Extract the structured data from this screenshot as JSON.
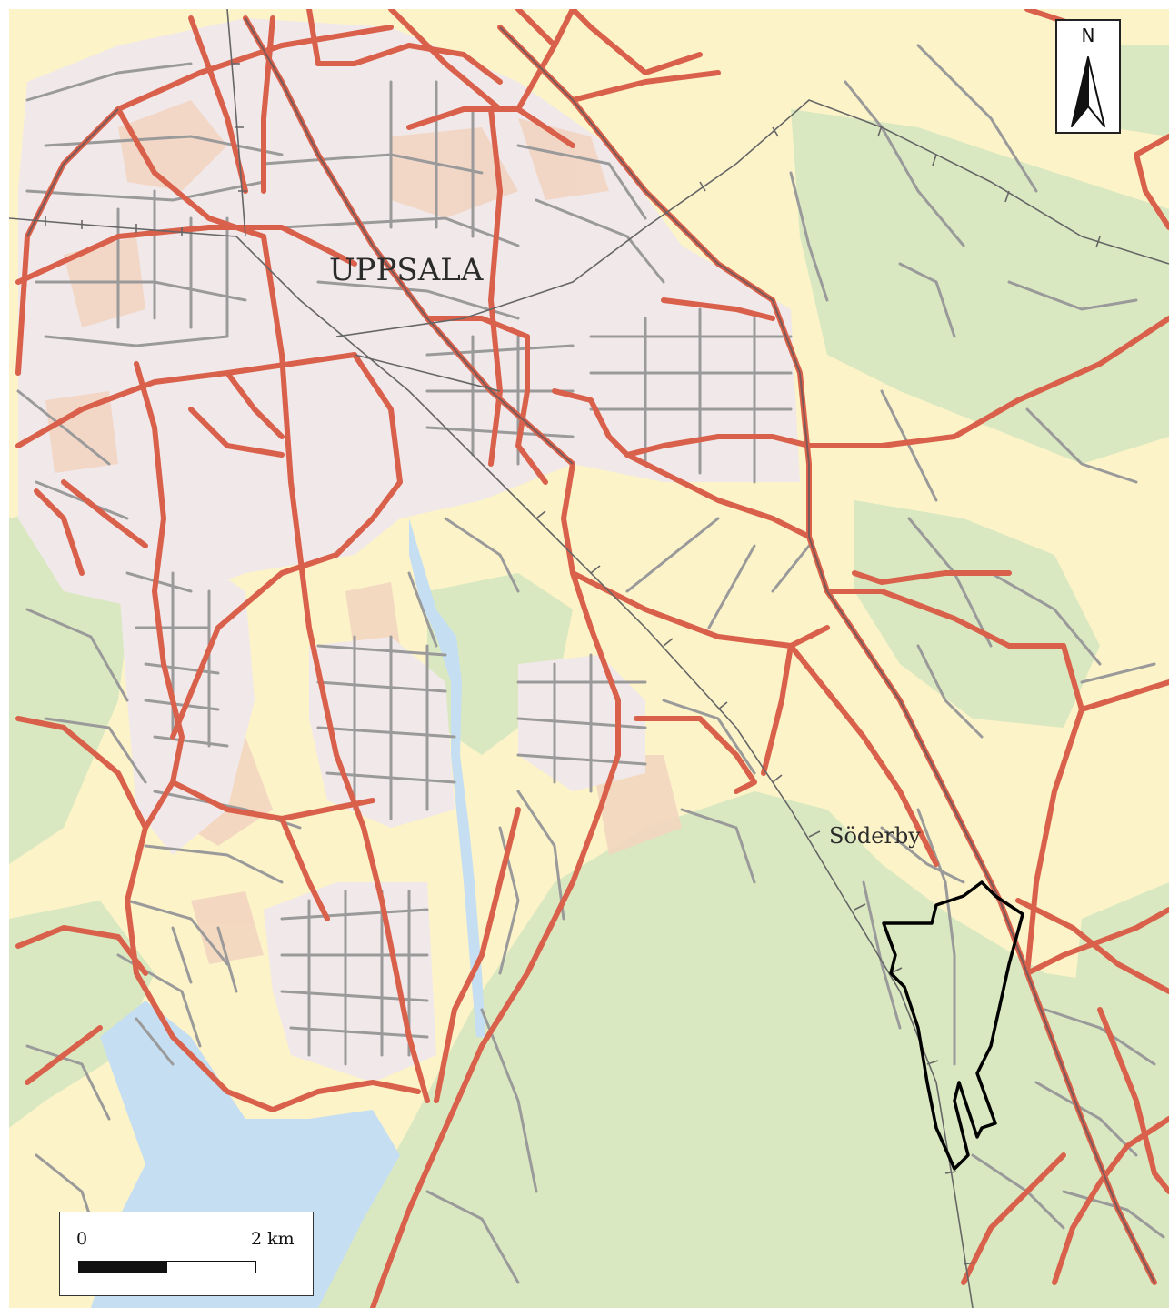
{
  "map": {
    "labels": {
      "city": "UPPSALA",
      "village": "Söderby"
    },
    "north_arrow": {
      "letter": "N",
      "icon": "north-arrow-icon"
    },
    "scale_bar": {
      "start_label": "0",
      "end_label": "2 km"
    },
    "colors": {
      "background_open_land": "#fcf3c8",
      "forest": "#d9e8c0",
      "urban": "#f1e8ea",
      "urban_residential": "#f2d3c0",
      "water": "#c6def2",
      "major_road": "#d9604a",
      "local_road": "#9a9a9a",
      "railway": "#666666",
      "study_area_outline": "#000000"
    }
  }
}
